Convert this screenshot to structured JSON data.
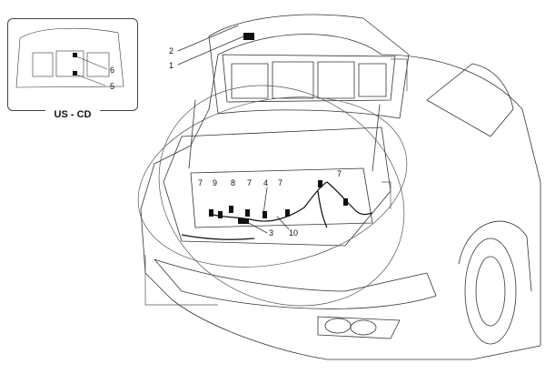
{
  "inset": {
    "label": "US - CD"
  },
  "callouts": [
    "1",
    "2",
    "3",
    "4",
    "5",
    "6",
    "7",
    "8",
    "9",
    "10"
  ]
}
